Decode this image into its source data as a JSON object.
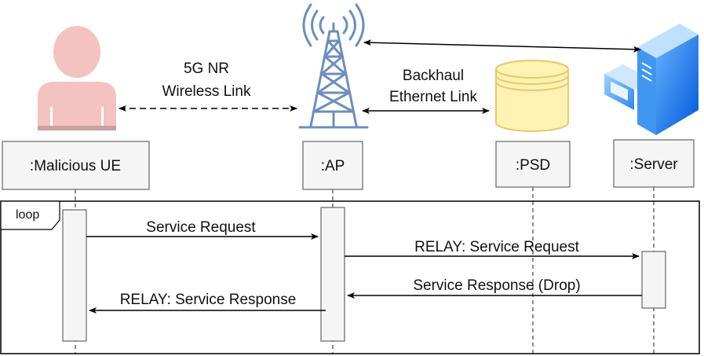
{
  "participants": {
    "ue": ":Malicious UE",
    "ap": ":AP",
    "psd": ":PSD",
    "server": ":Server"
  },
  "links": {
    "wireless_line1": "5G NR",
    "wireless_line2": "Wireless Link",
    "backhaul_line1": "Backhaul",
    "backhaul_line2": "Ethernet Link"
  },
  "fragment": {
    "label": "loop"
  },
  "messages": {
    "m1": "Service Request",
    "m2": "RELAY: Service Request",
    "m3": "Service Response (Drop)",
    "m4": "RELAY: Service Response"
  },
  "colors": {
    "user_fill": "#f4c2c0",
    "user_shoulder": "#c9a0a0",
    "tower_blue": "#6c8ebf",
    "psd_fill": "#fff2b3",
    "psd_stroke": "#e6c96b",
    "server_blue": "#1a7ee6",
    "box_fill": "#f5f5f5",
    "box_stroke": "#666666"
  },
  "icons": [
    "user-icon",
    "cell-tower-icon",
    "database-icon",
    "server-icon"
  ]
}
